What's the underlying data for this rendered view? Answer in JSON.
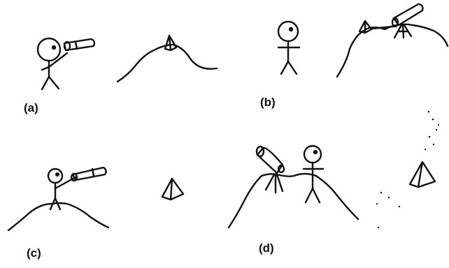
{
  "panels": {
    "a": {
      "label": "(a)"
    },
    "b": {
      "label": "(b)"
    },
    "c": {
      "label": "(c)"
    },
    "d": {
      "label": "(d)"
    }
  },
  "colors": {
    "ink": "#111111",
    "background": "#ffffff"
  }
}
